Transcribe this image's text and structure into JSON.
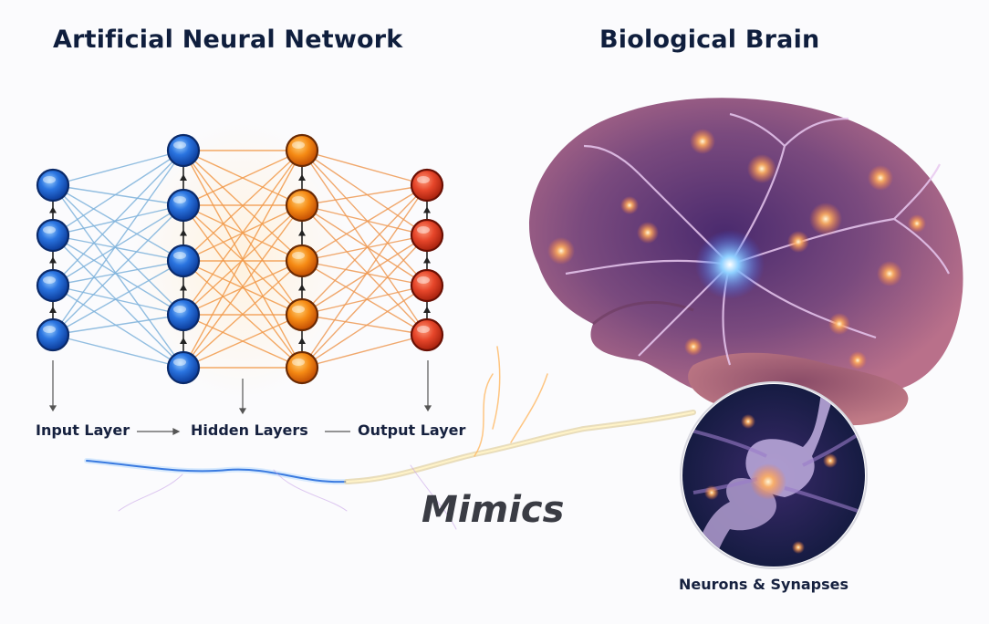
{
  "titles": {
    "left": "Artificial Neural Network",
    "right": "Biological Brain"
  },
  "network": {
    "layers": [
      {
        "name": "input",
        "nodes": 4,
        "color": "#1f63d6"
      },
      {
        "name": "hidden-1",
        "nodes": 5,
        "color": "#1f63d6"
      },
      {
        "name": "hidden-2",
        "nodes": 5,
        "color": "#f07a10"
      },
      {
        "name": "output",
        "nodes": 4,
        "color": "#e2452a"
      }
    ],
    "labels": {
      "input": "Input Layer",
      "hidden": "Hidden Layers",
      "output": "Output Layer"
    },
    "edge_colors": {
      "input_to_hidden": "#7fb3dc",
      "hidden_to_hidden": "#f29a4a",
      "hidden_to_output": "#ef9a55"
    }
  },
  "connector": {
    "label": "Mimics"
  },
  "inset": {
    "caption": "Neurons & Synapses"
  },
  "colors": {
    "title": "#0f1e3d",
    "brain": "#9a5a7a",
    "glow": "#ffb060",
    "spark_blue": "#3a8ee8"
  }
}
